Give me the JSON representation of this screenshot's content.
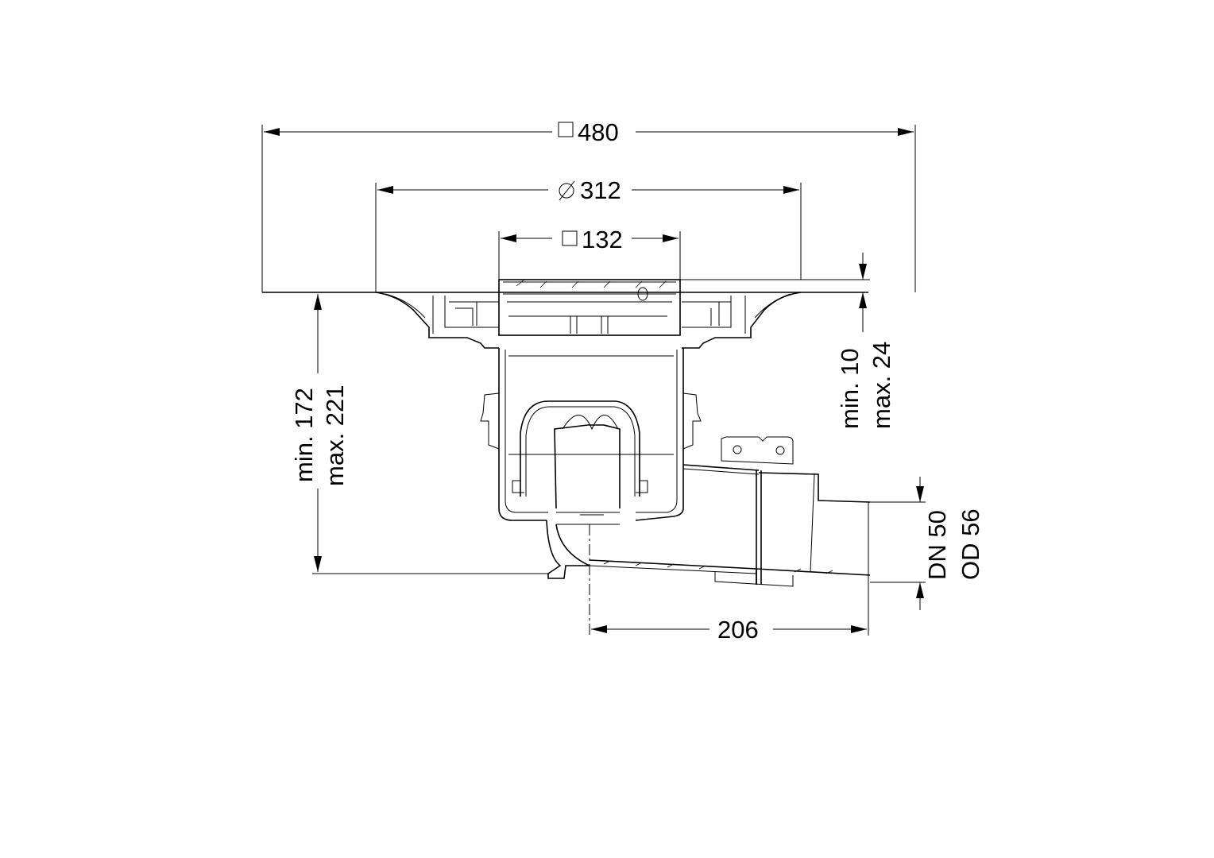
{
  "drawing": {
    "dimensions": {
      "overall_square": {
        "symbol": "□",
        "value": "480"
      },
      "flange_diameter": {
        "symbol": "⌀",
        "value": "312"
      },
      "grate_square": {
        "symbol": "□",
        "value": "132"
      },
      "height_min": "min. 172",
      "height_max": "max. 221",
      "grate_adjust_min": "min. 10",
      "grate_adjust_max": "max. 24",
      "outlet_offset": "206",
      "outlet_dn": "DN 50",
      "outlet_od": "OD 56"
    },
    "line_color": "#000000",
    "background": "#ffffff"
  }
}
